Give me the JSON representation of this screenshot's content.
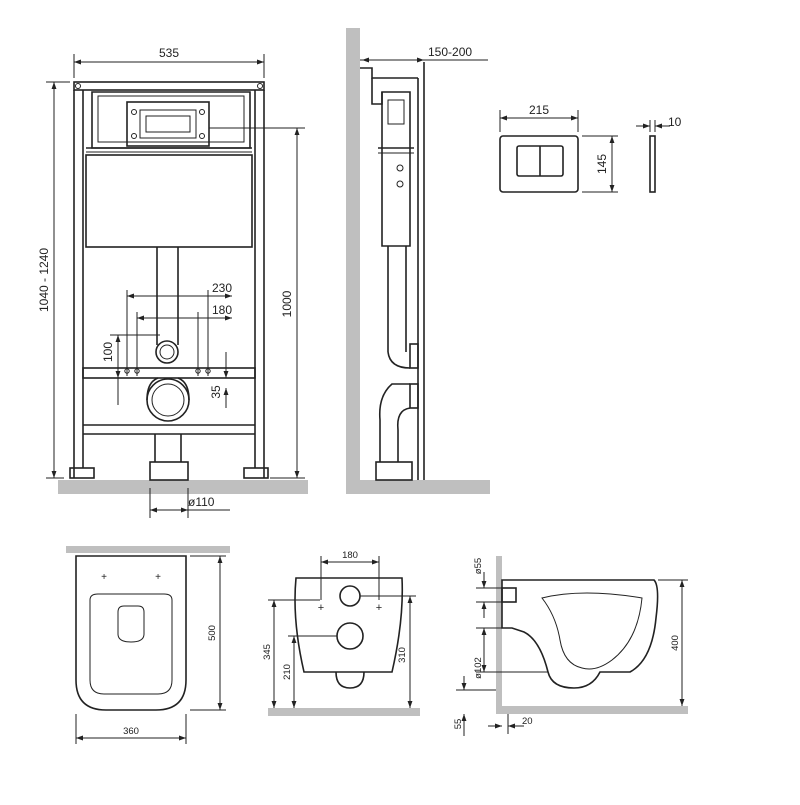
{
  "colors": {
    "line": "#222222",
    "wall": "#bfbfbf",
    "background": "#ffffff"
  },
  "frame_front": {
    "width": "535",
    "height_range": "1040 - 1240",
    "height": "1000",
    "spacing_outer": "230",
    "spacing_inner": "180",
    "height_100": "100",
    "height_35": "35",
    "pipe_dia": "ø110"
  },
  "frame_side": {
    "depth": "150-200"
  },
  "flush_plate": {
    "width": "215",
    "height": "145",
    "thickness": "10"
  },
  "bowl_top": {
    "width": "360",
    "length": "500"
  },
  "bowl_rear": {
    "spacing": "180",
    "h345": "345",
    "h210": "210",
    "h310": "310"
  },
  "bowl_side": {
    "d55": "ø55",
    "d102": "ø102",
    "h400": "400",
    "h55": "55",
    "w20": "20"
  }
}
